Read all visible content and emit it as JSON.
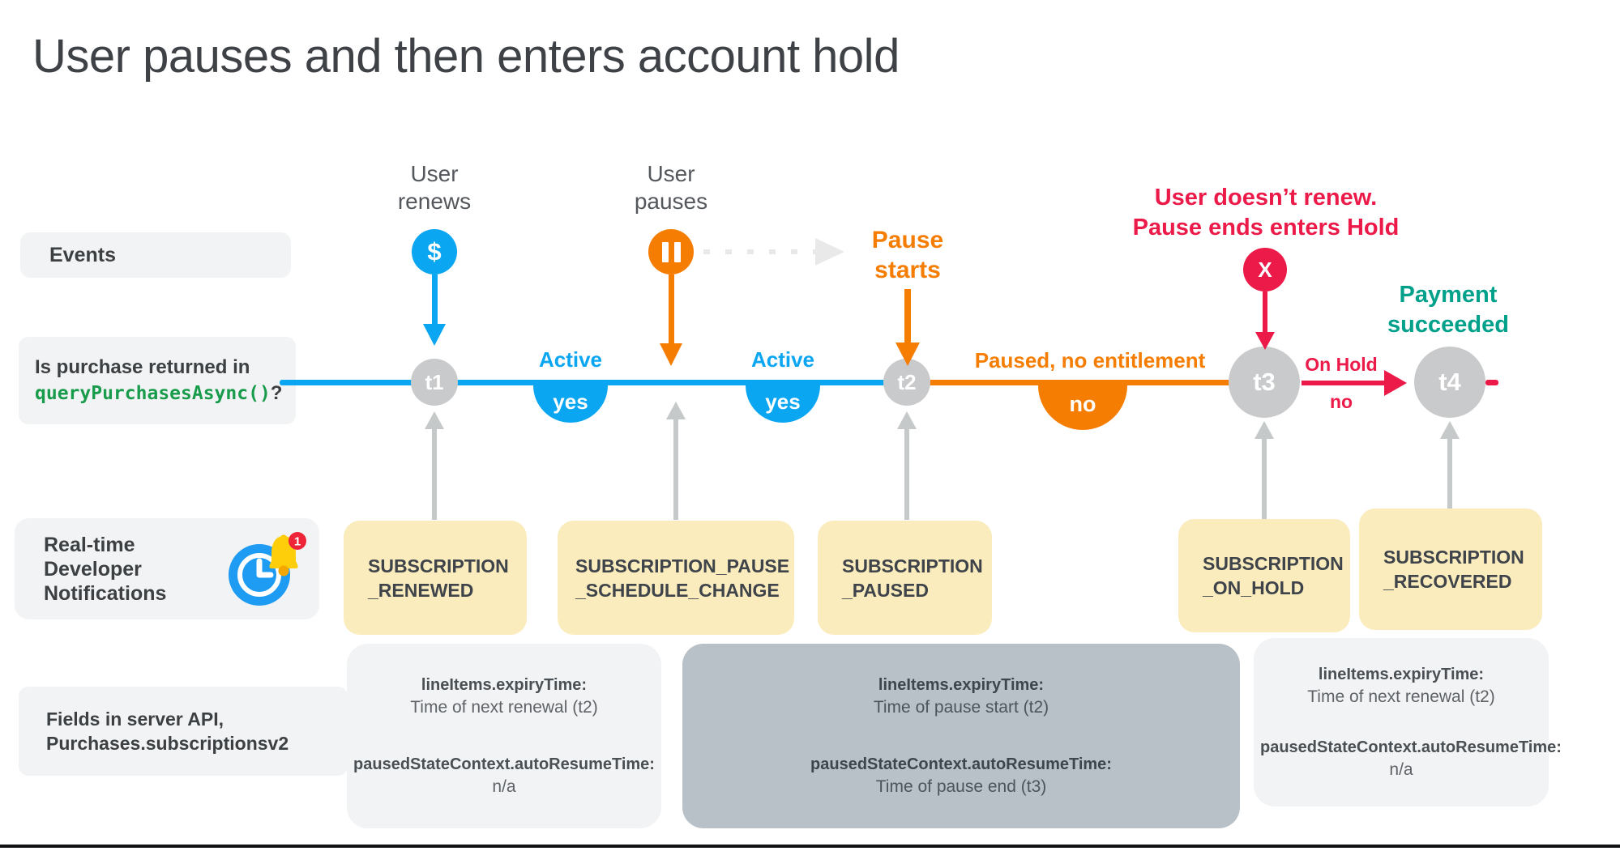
{
  "title": "User pauses and then enters account hold",
  "left_labels": {
    "events": "Events",
    "purchase_q1": "Is purchase returned in",
    "purchase_code": "queryPurchasesAsync()",
    "purchase_q2": "?",
    "rtdn": [
      "Real-time",
      "Developer",
      "Notifications"
    ],
    "rtdn_badge": "1",
    "fields": [
      "Fields in server API,",
      "Purchases.subscriptionsv2"
    ]
  },
  "events": {
    "renew_label": [
      "User",
      "renews"
    ],
    "renew_icon": "$",
    "pause_label": [
      "User",
      "pauses"
    ],
    "pause_starts": [
      "Pause",
      "starts"
    ],
    "hold_warning": [
      "User doesn’t renew.",
      "Pause ends enters Hold"
    ],
    "hold_icon": "X",
    "payment": [
      "Payment",
      "succeeded"
    ]
  },
  "timeline": {
    "nodes": [
      "t1",
      "t2",
      "t3",
      "t4"
    ],
    "active1": {
      "label": "Active",
      "answer": "yes"
    },
    "active2": {
      "label": "Active",
      "answer": "yes"
    },
    "paused": {
      "label": "Paused, no entitlement",
      "answer": "no"
    },
    "onhold": {
      "label": "On Hold",
      "answer": "no"
    }
  },
  "notifications": [
    [
      "SUBSCRIPTION",
      "_RENEWED"
    ],
    [
      "SUBSCRIPTION_PAUSE",
      "_SCHEDULE_CHANGE"
    ],
    [
      "SUBSCRIPTION",
      "_PAUSED"
    ],
    [
      "SUBSCRIPTION",
      "_ON_HOLD"
    ],
    [
      "SUBSCRIPTION",
      "_RECOVERED"
    ]
  ],
  "api_fields": [
    {
      "k1": "lineItems.expiryTime:",
      "v1": "Time of next renewal (t2)",
      "k2": "pausedStateContext.autoResumeTime:",
      "v2": "n/a"
    },
    {
      "k1": "lineItems.expiryTime:",
      "v1": "Time of pause start (t2)",
      "k2": "pausedStateContext.autoResumeTime:",
      "v2": "Time of pause end (t3)"
    },
    {
      "k1": "lineItems.expiryTime:",
      "v1": "Time of next renewal (t2)",
      "k2": "pausedStateContext.autoResumeTime:",
      "v2": "n/a"
    }
  ],
  "colors": {
    "blue": "#0AA6F2",
    "orange": "#F57E02",
    "red": "#EC1A49",
    "teal": "#00A18B",
    "green_code": "#189C4C",
    "yellow_box": "#FBECBE",
    "light_gray_box": "#F1F3F4",
    "mid_gray_box": "#B9C1C8",
    "node_gray": "#C9CACB",
    "arrow_gray": "#C6C9C9",
    "text_dark": "#3C4043"
  }
}
